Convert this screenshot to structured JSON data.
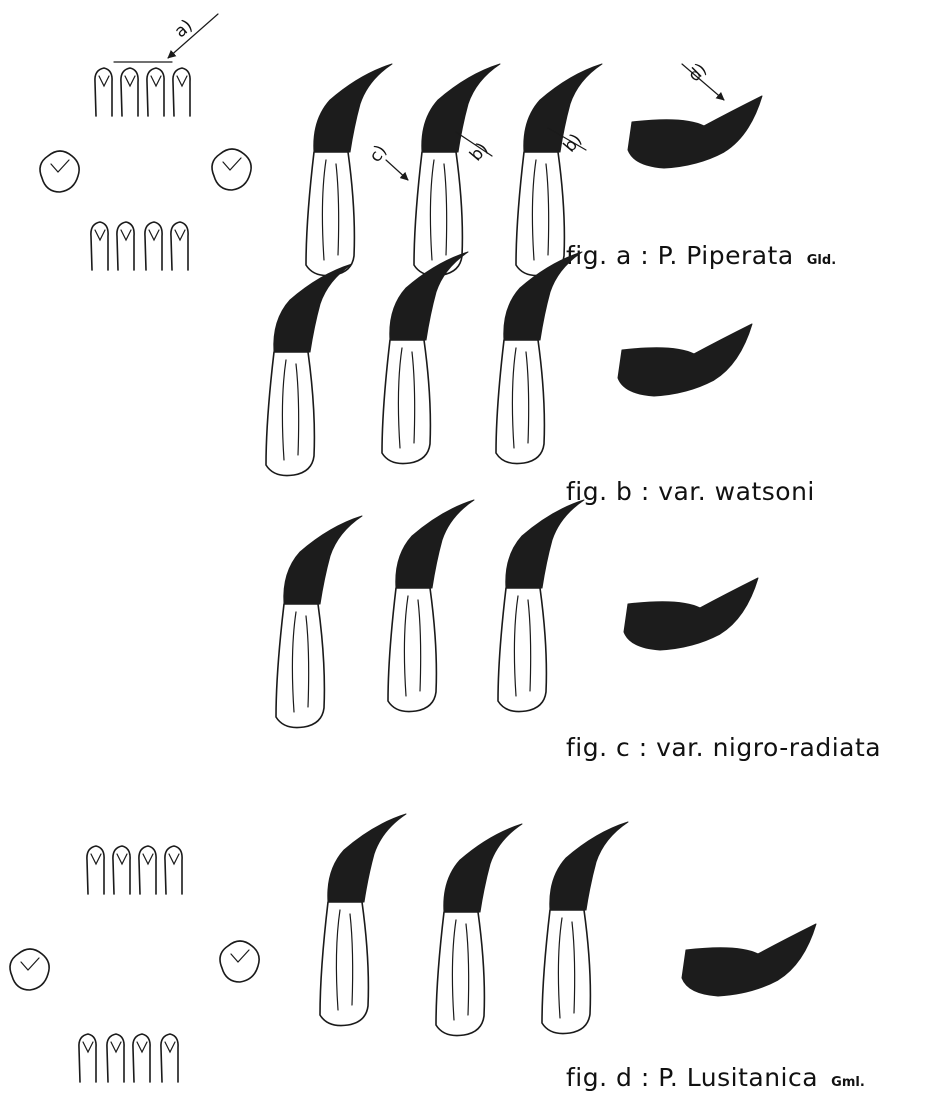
{
  "figures": {
    "a": {
      "caption": "fig. a : P. Piperata",
      "authority": "Gld."
    },
    "b": {
      "caption": "fig. b : var. watsoni"
    },
    "c": {
      "caption": "fig. c : var. nigro-radiata"
    },
    "d": {
      "caption": "fig. d : P. Lusitanica",
      "authority": "Gml."
    }
  },
  "markers": {
    "a": "a)",
    "b1": "b)",
    "b2": "b)",
    "c": "c)",
    "d": "d)"
  },
  "colors": {
    "ink": "#1a1a1a",
    "fill": "#1c1c1c",
    "paper": "#ffffff"
  }
}
